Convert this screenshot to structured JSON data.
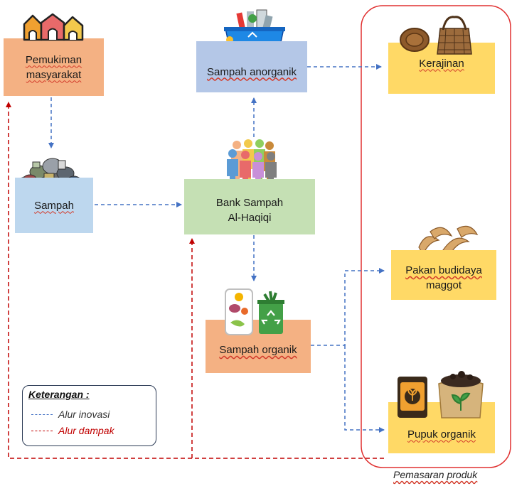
{
  "nodes": {
    "pemukiman": {
      "line1": "Pemukiman",
      "line2": "masyarakat",
      "color": "#f4b183"
    },
    "sampah": {
      "label": "Sampah",
      "color": "#bdd7ee"
    },
    "bank": {
      "line1": "Bank Sampah",
      "line2": "Al-Haqiqi",
      "color": "#c5e0b4"
    },
    "anorganik": {
      "label": "Sampah anorganik",
      "color": "#b4c7e7"
    },
    "organik": {
      "label": "Sampah organik",
      "color": "#f4b183"
    },
    "kerajinan": {
      "label": "Kerajinan",
      "color": "#ffd966"
    },
    "pakan": {
      "line1": "Pakan budidaya",
      "line2": "maggot",
      "color": "#ffd966"
    },
    "pupuk": {
      "label": "Pupuk organik",
      "color": "#ffd966"
    }
  },
  "legend": {
    "title": "Keterangan :",
    "inovasi": "Alur inovasi",
    "dampak": "Alur dampak",
    "inovasi_color": "#4472c4",
    "dampak_color": "#c00000"
  },
  "market_group": {
    "label": "Pemasaran produk",
    "border_color": "#e03030"
  },
  "icons": {
    "pemukiman": "houses-icon",
    "sampah": "garbage-pile-icon",
    "bank": "people-group-icon",
    "anorganik": "recycle-bin-icon",
    "organik": "organic-bin-icon",
    "kerajinan": "woven-basket-icon",
    "pakan": "maggot-icon",
    "pupuk": "fertilizer-sack-icon"
  }
}
